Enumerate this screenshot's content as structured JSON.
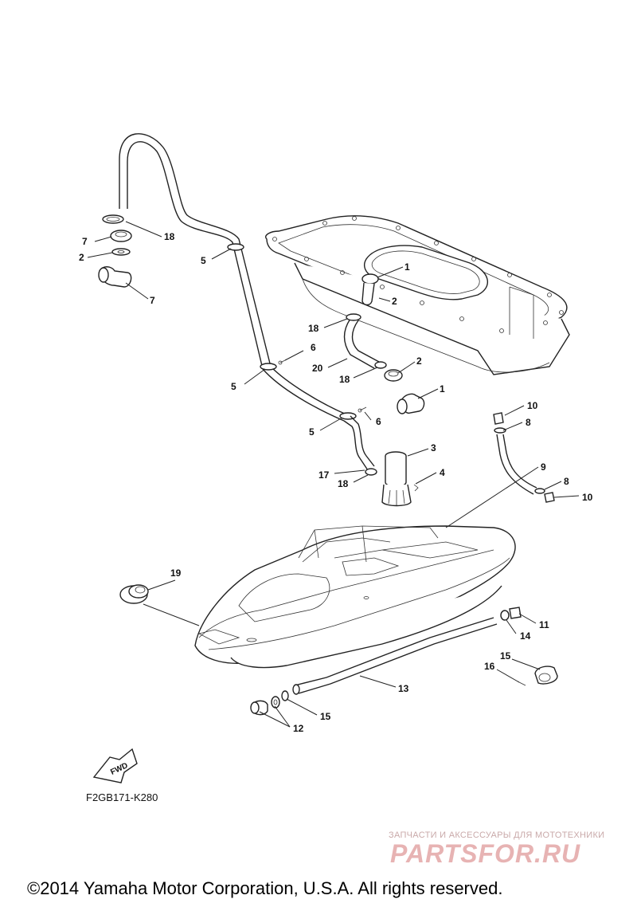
{
  "callouts": {
    "c1a": "1",
    "c1b": "1",
    "c2a": "2",
    "c2b": "2",
    "c2c": "2",
    "c3": "3",
    "c4": "4",
    "c5a": "5",
    "c5b": "5",
    "c5c": "5",
    "c6a": "6",
    "c6b": "6",
    "c7a": "7",
    "c7b": "7",
    "c8a": "8",
    "c8b": "8",
    "c9": "9",
    "c10a": "10",
    "c10b": "10",
    "c11": "11",
    "c12": "12",
    "c13": "13",
    "c14": "14",
    "c15a": "15",
    "c15b": "15",
    "c16": "16",
    "c17": "17",
    "c18a": "18",
    "c18b": "18",
    "c18c": "18",
    "c18d": "18",
    "c19": "19",
    "c20": "20"
  },
  "fwd_label": "FWD",
  "figure_code": "F2GB171-K280",
  "watermark": {
    "tagline": "ЗАПЧАСТИ И АКСЕССУАРЫ ДЛЯ МОТОТЕХНИКИ",
    "logo": "PARTSFOR.RU"
  },
  "copyright": "©2014 Yamaha Motor Corporation, U.S.A. All rights reserved."
}
